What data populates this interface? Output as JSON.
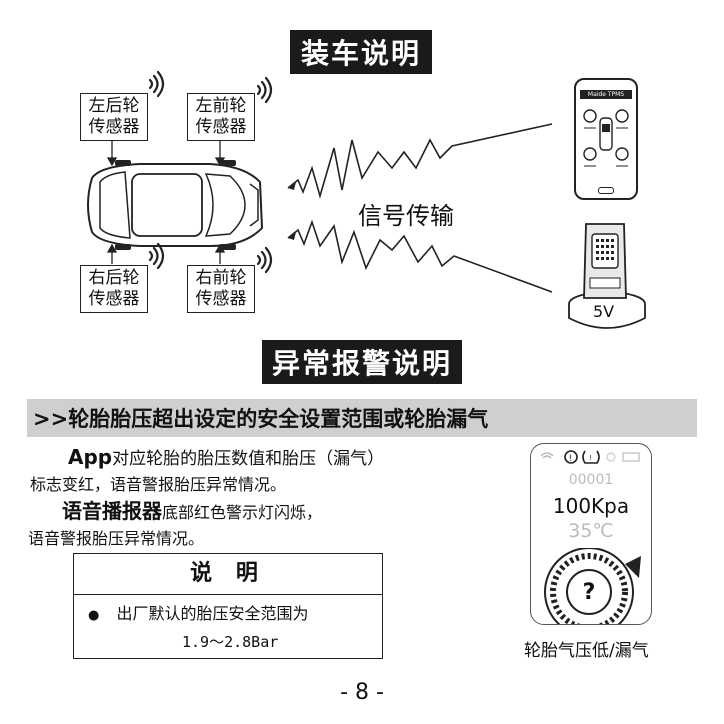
{
  "install_section": {
    "title": "装车说明",
    "sensors": {
      "rear_left": [
        "左后轮",
        "传感器"
      ],
      "front_left": [
        "左前轮",
        "传感器"
      ],
      "rear_right": [
        "右后轮",
        "传感器"
      ],
      "front_right": [
        "右前轮",
        "传感器"
      ]
    },
    "signal_label": "信号传输",
    "phone_app_name": "Maide TPMS",
    "speaker_voltage": "5V"
  },
  "alarm_section": {
    "title": "异常报警说明",
    "subtitle": ">>轮胎胎压超出设定的安全设置范围或轮胎漏气",
    "app_lead": "App",
    "app_text_1": "对应轮胎的胎压数值和胎压（漏气）",
    "app_text_2": "标志变红，语音警报胎压异常情况。",
    "speaker_lead": "语音播报器",
    "speaker_text_1": "底部红色警示灯闪烁，",
    "speaker_text_2": "语音警报胎压异常情况。",
    "note": {
      "title": "说 明",
      "bullet": "●",
      "line_1": "出厂默认的胎压安全范围为",
      "line_2": "1.9～2.8Bar"
    },
    "gauge": {
      "id": "00001",
      "pressure": "100Kpa",
      "temperature": "35℃",
      "question_mark": "?",
      "caption": "轮胎气压低/漏气"
    }
  },
  "page_number": "- 8 -"
}
